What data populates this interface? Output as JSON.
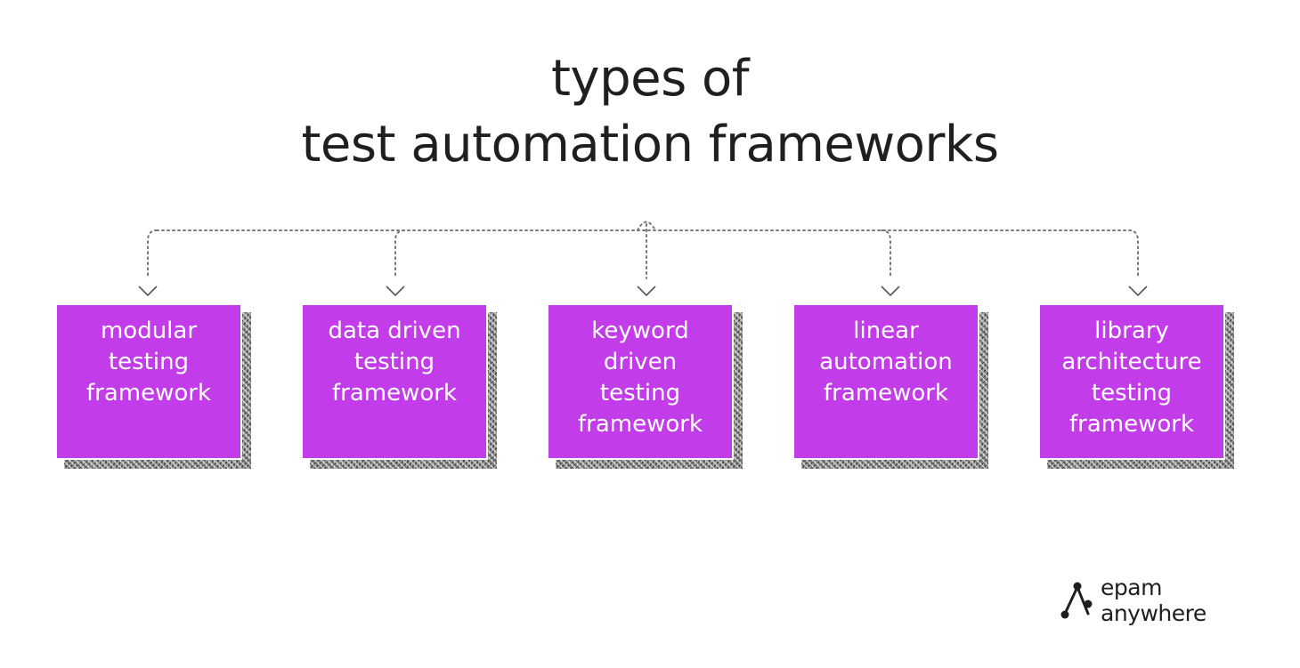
{
  "title": {
    "line1": "types of",
    "line2": "test automation frameworks"
  },
  "frameworks": [
    {
      "lines": [
        "modular",
        "testing",
        "framework"
      ]
    },
    {
      "lines": [
        "data driven",
        "testing",
        "framework"
      ]
    },
    {
      "lines": [
        "keyword",
        "driven",
        "testing",
        "framework"
      ]
    },
    {
      "lines": [
        "linear",
        "automation",
        "framework"
      ]
    },
    {
      "lines": [
        "library",
        "architecture",
        "testing",
        "framework"
      ]
    }
  ],
  "logo": {
    "line1": "epam",
    "line2": "anywhere",
    "icon": "epam-anywhere-logo-mark"
  },
  "colors": {
    "card": "#c23de9",
    "text_dark": "#1f1f1f",
    "connector": "#777777"
  }
}
